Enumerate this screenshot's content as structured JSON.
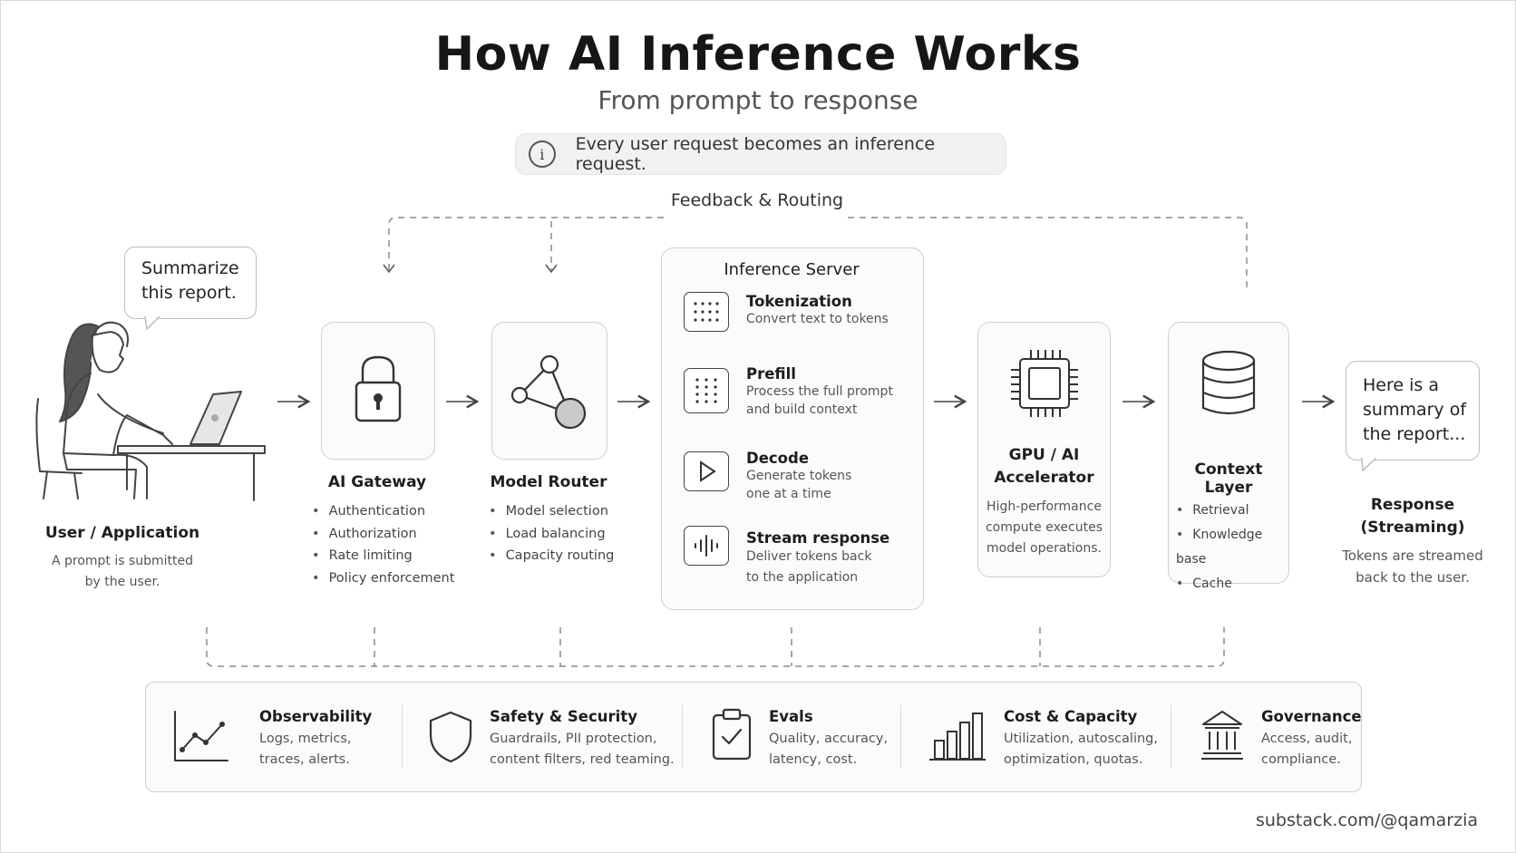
{
  "header": {
    "title": "How AI Inference Works",
    "subtitle": "From prompt to response",
    "banner": "Every user request becomes an inference request."
  },
  "feedback_label": "Feedback & Routing",
  "user": {
    "bubble_lines": [
      "Summarize",
      "this report."
    ],
    "label": "User / Application",
    "desc_lines": [
      "A prompt is submitted",
      "by the user."
    ]
  },
  "gateway": {
    "label": "AI Gateway",
    "bullets": [
      "Authentication",
      "Authorization",
      "Rate limiting",
      "Policy enforcement"
    ]
  },
  "router": {
    "label": "Model Router",
    "bullets": [
      "Model selection",
      "Load balancing",
      "Capacity routing"
    ]
  },
  "server": {
    "title": "Inference Server",
    "steps": [
      {
        "name": "Tokenization",
        "desc_lines": [
          "Convert text to tokens"
        ]
      },
      {
        "name": "Prefill",
        "desc_lines": [
          "Process the full prompt",
          "and build context"
        ]
      },
      {
        "name": "Decode",
        "desc_lines": [
          "Generate tokens",
          "one at a time"
        ]
      },
      {
        "name": "Stream response",
        "desc_lines": [
          "Deliver tokens back",
          "to the application"
        ]
      }
    ]
  },
  "gpu": {
    "label_lines": [
      "GPU / AI",
      "Accelerator"
    ],
    "desc_lines": [
      "High-performance",
      "compute executes",
      "model operations."
    ]
  },
  "context": {
    "label": "Context Layer",
    "bullets": [
      "Retrieval",
      "Knowledge base",
      "Cache"
    ]
  },
  "response": {
    "bubble_lines": [
      "Here is a",
      "summary of",
      "the report..."
    ],
    "label_lines": [
      "Response",
      "(Streaming)"
    ],
    "desc_lines": [
      "Tokens are streamed",
      "back to the user."
    ]
  },
  "pillars": [
    {
      "icon": "line-chart-icon",
      "name": "Observability",
      "desc_lines": [
        "Logs, metrics,",
        "traces, alerts."
      ]
    },
    {
      "icon": "shield-icon",
      "name": "Safety & Security",
      "desc_lines": [
        "Guardrails, PII protection,",
        "content filters, red teaming."
      ]
    },
    {
      "icon": "clipboard-check-icon",
      "name": "Evals",
      "desc_lines": [
        "Quality, accuracy,",
        "latency, cost."
      ]
    },
    {
      "icon": "bar-chart-icon",
      "name": "Cost & Capacity",
      "desc_lines": [
        "Utilization, autoscaling,",
        "optimization, quotas."
      ]
    },
    {
      "icon": "institution-icon",
      "name": "Governance",
      "desc_lines": [
        "Access, audit,",
        "compliance."
      ]
    }
  ],
  "credit": "substack.com/@qamarzia",
  "colors": {
    "ink": "#1f1f1f",
    "muted": "#555555",
    "card_bg": "#fbfbfb",
    "card_border": "#cfcfcf",
    "dash": "#8a8a8a"
  }
}
